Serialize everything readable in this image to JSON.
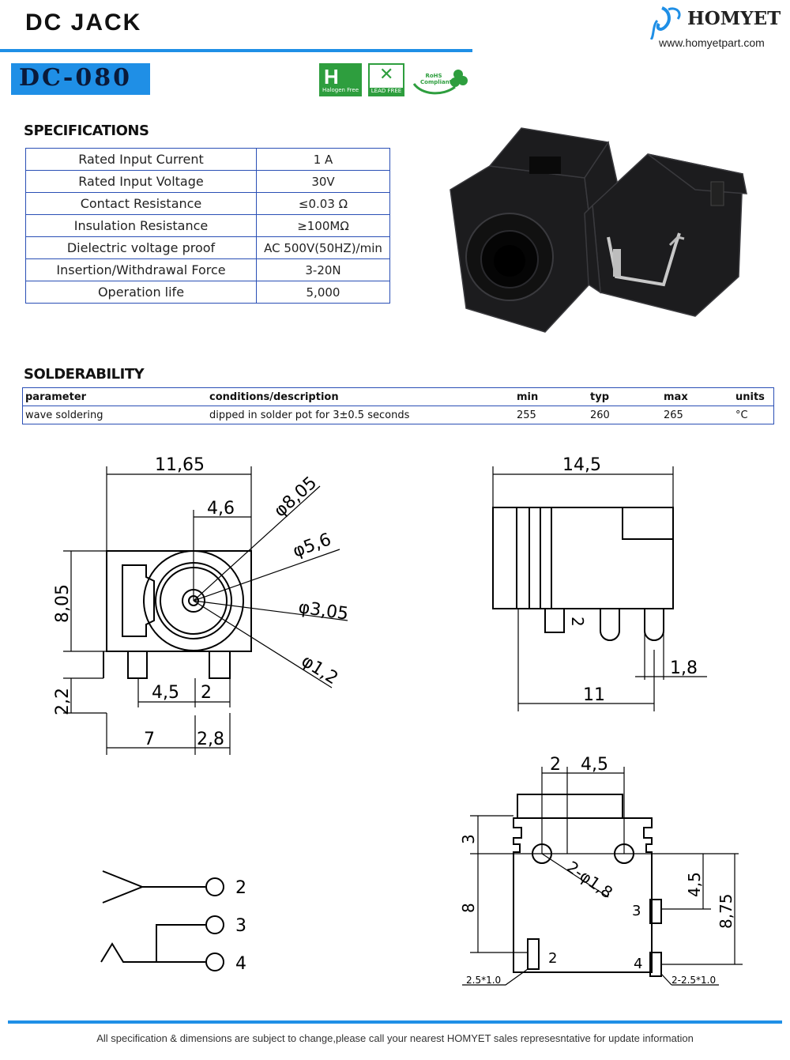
{
  "header": {
    "title": "DC JACK",
    "model": "DC-080",
    "brand": "HOMYET",
    "website": "www.homyetpart.com",
    "accent_color": "#1f8fe6"
  },
  "badges": [
    {
      "icon": "halogen-free-icon",
      "label": "Halogen Free",
      "color": "#2e9e3e"
    },
    {
      "icon": "lead-free-icon",
      "label": "LEAD FREE",
      "color": "#2e9e3e"
    },
    {
      "icon": "rohs-icon",
      "label": "RoHS Compliant",
      "color": "#2e9e3e"
    }
  ],
  "specifications": {
    "title": "SPECIFICATIONS",
    "rows": [
      {
        "param": "Rated Input Current",
        "value": "1 A"
      },
      {
        "param": "Rated Input Voltage",
        "value": "30V"
      },
      {
        "param": "Contact Resistance",
        "value": "≤0.03 Ω"
      },
      {
        "param": "Insulation Resistance",
        "value": "≥100MΩ"
      },
      {
        "param": "Dielectric voltage proof",
        "value": "AC 500V(50HZ)/min"
      },
      {
        "param": "Insertion/Withdrawal Force",
        "value": "3-20N"
      },
      {
        "param": "Operation life",
        "value": "5,000"
      }
    ]
  },
  "solderability": {
    "title": "SOLDERABILITY",
    "headers": [
      "parameter",
      "conditions/description",
      "min",
      "typ",
      "max",
      "units"
    ],
    "rows": [
      [
        "wave soldering",
        "dipped in solder pot for  3±0.5 seconds",
        "255",
        "260",
        "265",
        "°C"
      ]
    ]
  },
  "drawings": {
    "front_view": {
      "d1": "11,65",
      "d2": "4,6",
      "d3": "8,05",
      "d4": "2,2",
      "d5": "4,5",
      "d6": "2",
      "d7": "7",
      "d8": "2,8",
      "c1": "φ8,05",
      "c2": "φ5,6",
      "c3": "φ3,05",
      "c4": "φ1,2"
    },
    "side_view": {
      "d1": "14,5",
      "d2": "2",
      "d3": "1,8",
      "d4": "11"
    },
    "schematic": {
      "pins": [
        "2",
        "3",
        "4"
      ]
    },
    "pcb_layout": {
      "d1": "2",
      "d2": "4,5",
      "d3": "3",
      "d4": "8",
      "d5": "2-φ1,8",
      "d6": "4,5",
      "d7": "8,75",
      "pin2": "2",
      "pin3": "3",
      "pin4": "4",
      "pad1": "2.5*1.0",
      "pad2": "2-2.5*1.0"
    }
  },
  "footer": "All specification & dimensions are subject to change,please call your nearest HOMYET sales represesntative for update information"
}
